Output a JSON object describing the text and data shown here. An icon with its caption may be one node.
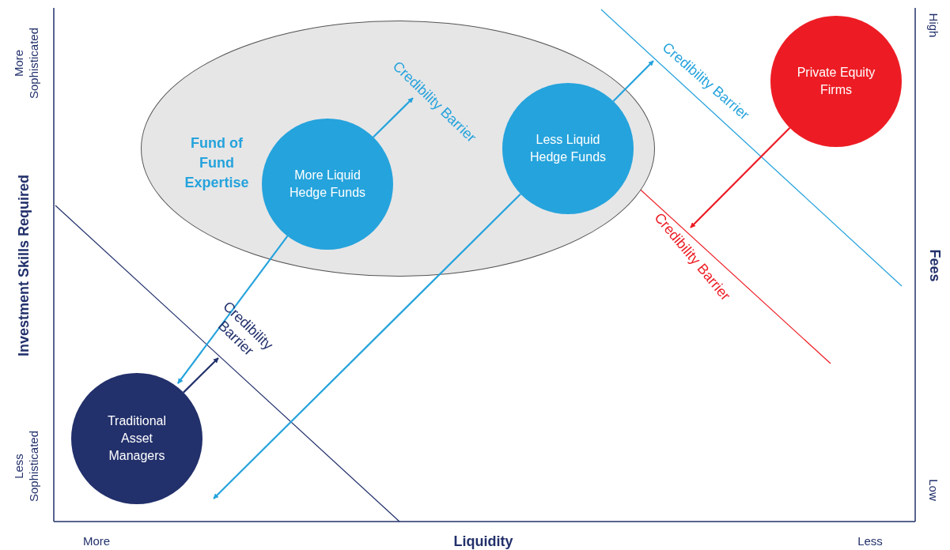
{
  "diagram": {
    "nodes": [
      {
        "text": [
          "Fund of Fund Expertise"
        ]
      },
      {
        "text": [
          "More Liquid Hedge Funds"
        ],
        "in": 0
      },
      {
        "text": [
          "Less Liquid Hedge Funds"
        ],
        "in": 0
      },
      {
        "text": [
          "Private Equity Firms"
        ]
      },
      {
        "text": [
          "Traditional Asset Managers"
        ]
      },
      {
        "text": [
          "Credibility Barrier"
        ],
        "in": 0
      },
      {
        "text": [
          "Credibility Barrier"
        ]
      },
      {
        "text": [
          "Credibility Barrier"
        ]
      },
      {
        "text": [
          "Credibility Barrier"
        ]
      }
    ],
    "edges": [
      {
        "from": 1,
        "to": 5,
        "arrow": "to"
      },
      {
        "from": 1,
        "to": 4,
        "arrow": "to"
      },
      {
        "from": 2,
        "to": 6,
        "arrow": "to"
      },
      {
        "from": 2,
        "to": 4,
        "arrow": "to"
      },
      {
        "from": 3,
        "to": 7,
        "arrow": "to",
        "color": "#ed1c24"
      },
      {
        "from": 4,
        "to": 8,
        "arrow": "to",
        "color": "#22306b"
      }
    ],
    "labels": [
      "More Sophisticated",
      "High",
      "Investment Skills Required",
      "Fees",
      "Less Sophisticated",
      "Low",
      "More",
      "Liquidity",
      "Less"
    ]
  }
}
